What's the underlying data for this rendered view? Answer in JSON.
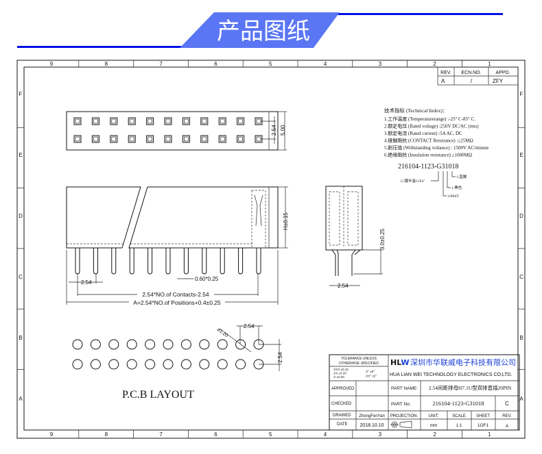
{
  "banner": {
    "title": "产品图纸",
    "color": "#5a76f4",
    "line_color": "#0010e8"
  },
  "frame": {
    "columns": [
      "9",
      "8",
      "7",
      "6",
      "5",
      "4",
      "3",
      "2",
      "1"
    ],
    "rows": [
      "F",
      "E",
      "D",
      "C",
      "B",
      "A"
    ]
  },
  "revision": {
    "headers": [
      "REV.",
      "ECN.NO.",
      "APPD."
    ],
    "values": [
      "A",
      "/",
      "ZFY"
    ]
  },
  "tech_index": {
    "title": "技术指标 (Technical Index)：",
    "lines": [
      "1.工作温度 (Temperaturerange) :-25° C-85° C.",
      "2.额定电压 (Rated voltage) :250V DC/AC (rms)",
      "3.额定电流 (Rated current) :5A AC, DC",
      "4.接触阻抗 (CONTACT Resistance) :≤25MΩ",
      "5.耐压值 (Withstanding voltance) : 1500V AC/minute",
      "6.绝缘阻抗 (Insulation resistance) ≥1000MΩ"
    ],
    "part_code": "216104-1123-G31018",
    "callouts": [
      "1:直脚",
      "1:黑色",
      "3:PA6T",
      "G:镀半金G/Fu\""
    ]
  },
  "dimensions": {
    "top_pitch": "2.54",
    "top_width": "5.00",
    "height": "H±0.15",
    "pin_pitch": "2.54",
    "pin_size": "0.60*0.25",
    "contacts_span": "2.54*NO.of Contacts-2.54",
    "overall_length": "A=2.54*NO.of Positions+0.4±0.25",
    "pin_length": "3.0±0.25",
    "side_pitch": "2.54",
    "pcb_pitch_x": "2.54",
    "pcb_pitch_y": "2.54",
    "pcb_hole": "ø1.20"
  },
  "pcb_label": "P.C.B LAYOUT",
  "title_block": {
    "tolerance_title": [
      "TOLERANCE UNLESS",
      "OTHERWISE SPECIFIED"
    ],
    "tolerance_linear": [
      ".XXX ±0.15",
      ".XX ±0.20",
      ".X ±0.30"
    ],
    "tolerance_angle": [
      ".X° ±5°",
      ".XX° ±2°"
    ],
    "logo": "HLW",
    "company_cn": "深圳市华联威电子科技有限公司",
    "company_en": "HUA LIAN WEI TECHNOLOGY ELECTRONICS CO;LTD.",
    "approved_label": "APPROVED",
    "checked_label": "CHECKED",
    "drawed_label": "DRAWED",
    "drawed_value": "ZhongFenYan",
    "date_label": "DATE",
    "date_value": "2018.10.10",
    "part_name_label": "PART NAME:",
    "part_name_value": "2.54间距排母H7.1U型双排直插20PIN",
    "part_no_label": "PART No:",
    "part_no_value": "216104-1123-G31018",
    "part_no_rev": "C",
    "projection_label": "PROJECTION:",
    "unit_label": "UNIT:",
    "unit_value": "mm",
    "scale_label": "SCALE",
    "scale_value": "1:1",
    "sheet_label": "SHEET",
    "sheet_value": "1OF1",
    "rev_label": "REV.",
    "rev_value": "A"
  }
}
